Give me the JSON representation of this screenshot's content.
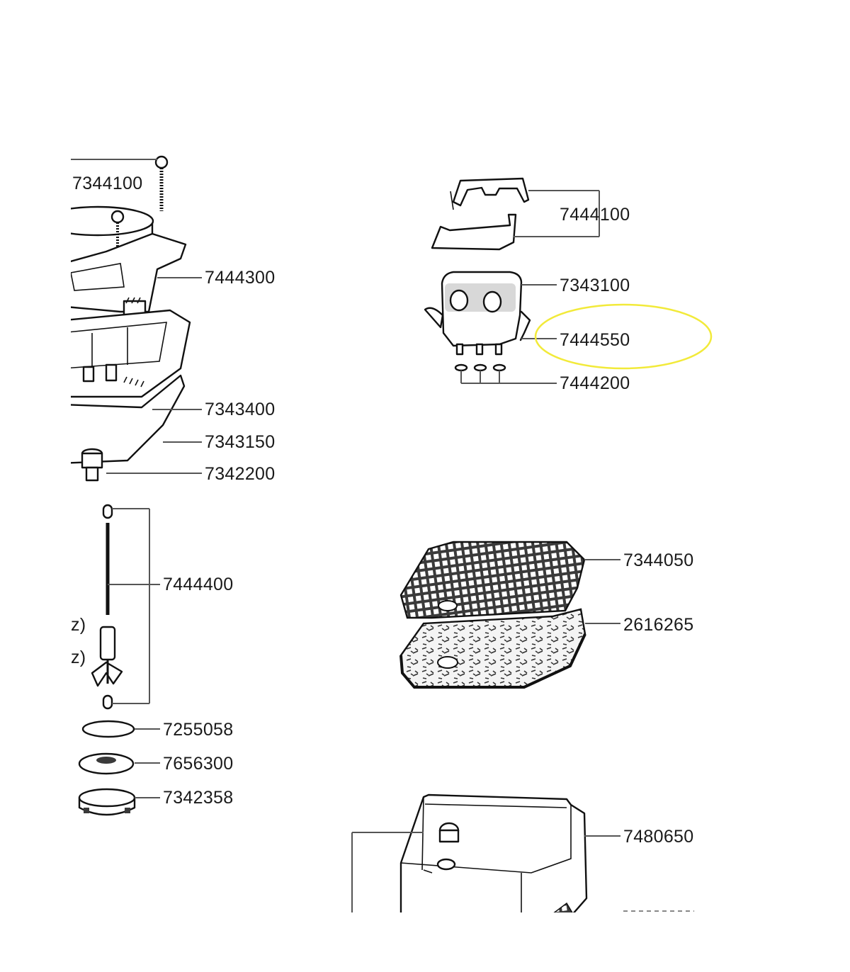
{
  "diagram": {
    "labels": {
      "l_7344100": "7344100",
      "l_7444300": "7444300",
      "l_7343400": "7343400",
      "l_7343150": "7343150",
      "l_7342200": "7342200",
      "l_7444400": "7444400",
      "l_z1": "z)",
      "l_z2": "z)",
      "l_7255058": "7255058",
      "l_7656300": "7656300",
      "l_7342358": "7342358",
      "l_7444100": "7444100",
      "l_7343100": "7343100",
      "l_7444550": "7444550",
      "l_7444200": "7444200",
      "l_7344050": "7344050",
      "l_2616265": "2616265",
      "l_7480650": "7480650"
    },
    "highlight": {
      "part": "7444550",
      "color": "#f2ea3a"
    },
    "colors": {
      "ink": "#111111",
      "leader": "#555555"
    }
  }
}
